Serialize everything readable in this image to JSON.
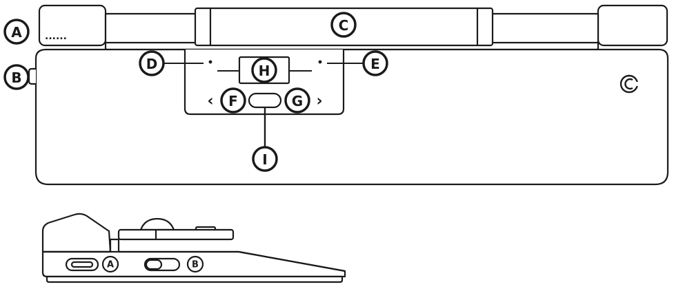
{
  "colors": {
    "stroke": "#1a1a1a",
    "fill_light": "#ffffff",
    "fill_gray": "#e6e6e6",
    "callout_fill": "#ffffff"
  },
  "top_view": {
    "callouts": {
      "a": "A",
      "b": "B",
      "c": "C",
      "d": "D",
      "e": "E",
      "f": "F",
      "g": "G",
      "h": "H",
      "i": "I"
    },
    "dots_text": "......",
    "left_arrow": "‹",
    "right_arrow": "›",
    "logo_icon": "c-logo-icon"
  },
  "side_view": {
    "callouts": {
      "a": "A",
      "b": "B"
    }
  }
}
